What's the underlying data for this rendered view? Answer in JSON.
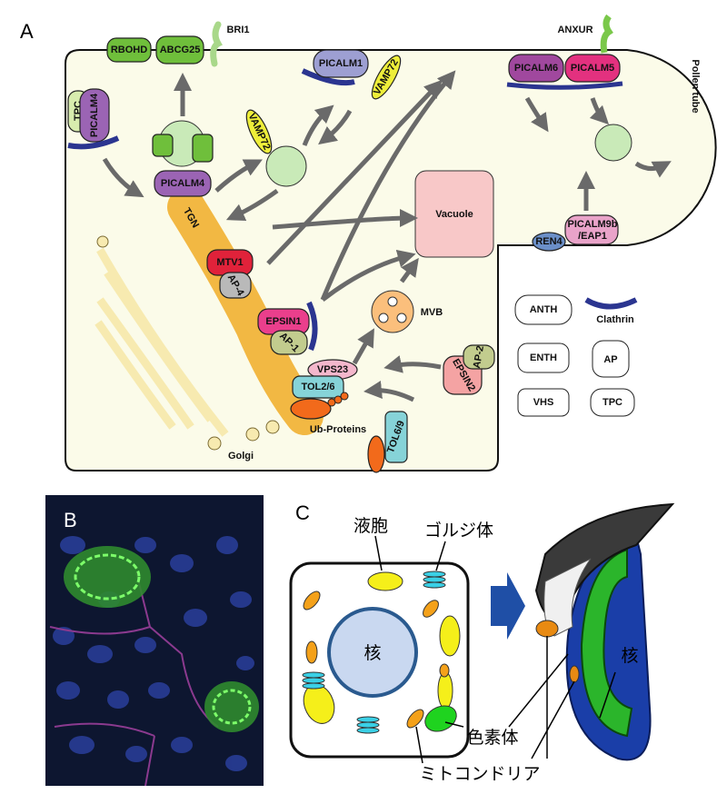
{
  "panels": {
    "a": "A",
    "b": "B",
    "c": "C"
  },
  "panel_a": {
    "proteins": {
      "rbohd": "RBOHD",
      "abcg25": "ABCG25",
      "bri1": "BRI1",
      "picalm1": "PICALM1",
      "vamp72_top": "VAMP72",
      "vamp72_mid": "VAMP72",
      "tpc": "TPC",
      "picalm4_left": "PICALM4",
      "picalm4_tgn": "PICALM4",
      "picalm6": "PICALM6",
      "picalm5": "PICALM5",
      "anxur": "ANXUR",
      "picalm9b": "PICALM9b",
      "eap1": "/EAP1",
      "ren4": "REN4",
      "mtv1": "MTV1",
      "ap4": "AP-4",
      "epsin1": "EPSIN1",
      "ap1": "AP-1",
      "vps23": "VPS23",
      "tol26": "TOL2/6",
      "epsin2": "EPSIN2",
      "ap2": "AP-2",
      "tol69": "TOL6/9"
    },
    "labels": {
      "tgn": "TGN",
      "vacuole": "Vacuole",
      "mvb": "MVB",
      "golgi": "Golgi",
      "ub_proteins": "Ub-Proteins",
      "pollen_tube": "Pollen tube"
    },
    "legend": {
      "anth": "ANTH",
      "clathrin": "Clathrin",
      "enth": "ENTH",
      "ap": "AP",
      "vhs": "VHS",
      "tpc": "TPC"
    },
    "colors": {
      "cytoplasm": "#fbfbe9",
      "vacuole": "#f8c8c8",
      "tgn": "#f2b843",
      "golgi": "#f7eab0",
      "picalm4": "#9b64b4",
      "clathrin": "#2b3590",
      "mtv1": "#e0223a",
      "epsin1": "#ea3f8c",
      "ubiquitin": "#f26a1b"
    }
  },
  "panel_c": {
    "labels": {
      "vacuole": "液胞",
      "golgi": "ゴルジ体",
      "nucleus_left": "核",
      "nucleus_right": "核",
      "plastid": "色素体",
      "mitochondria": "ミトコンドリア"
    }
  }
}
